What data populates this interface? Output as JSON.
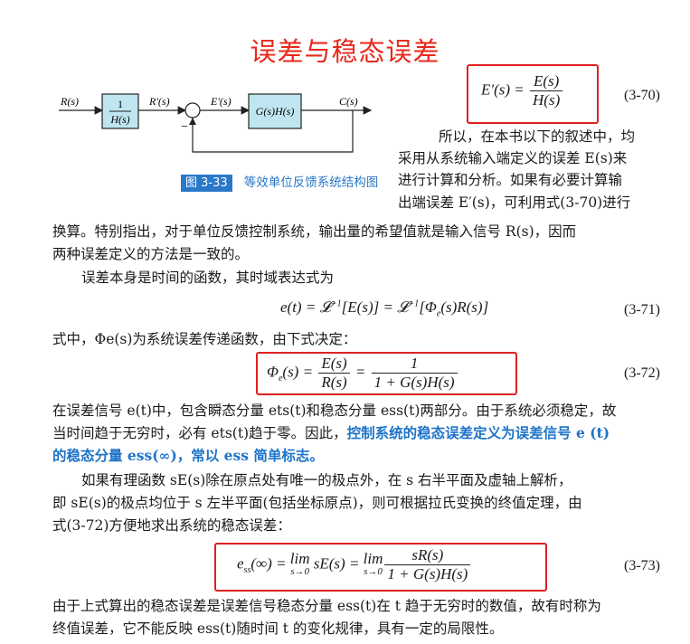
{
  "title": "误差与稳态误差",
  "figure": {
    "input_label": "R(s)",
    "block1_num": "1",
    "block1_den": "H(s)",
    "rprime_label": "R'(s)",
    "eprime_label": "E'(s)",
    "block2_label": "G(s)H(s)",
    "output_label": "C(s)",
    "minus_sign": "−",
    "caption_number": "图 3-33",
    "caption_text": "等效单位反馈系统结构图"
  },
  "eq70": {
    "number": "(3-70)"
  },
  "eq71": {
    "number": "(3-71)"
  },
  "eq72": {
    "number": "(3-72)"
  },
  "eq73": {
    "number": "(3-73)"
  },
  "text": {
    "p1_l1": "所以，在本书以下的叙述中，均",
    "p1_l2": "采用从系统输入端定义的误差 E(s)来",
    "p1_l3": "进行计算和分析。如果有必要计算输",
    "p1_l4": "出端误差 E′(s)，可利用式(3-70)进行",
    "p1_l5": "换算。特别指出，对于单位反馈控制系统，输出量的希望值就是输入信号 R(s)，因而",
    "p1_l6": "两种误差定义的方法是一致的。",
    "p2": "误差本身是时间的函数，其时域表达式为",
    "p3": "式中，Φe(s)为系统误差传递函数，由下式决定：",
    "p4_l1": "在误差信号 e(t)中，包含瞬态分量 ets(t)和稳态分量 ess(t)两部分。由于系统必须稳定，故",
    "p4_l2a": "当时间趋于无穷时，必有 ets(t)趋于零。因此，",
    "p4_l2b": "控制系统的稳态误差定义为误差信号 e (t)",
    "p4_l3": "的稳态分量 ess(∞)，常以 ess 简单标志。",
    "p5_l1": "如果有理函数 sE(s)除在原点处有唯一的极点外，在 s 右半平面及虚轴上解析，",
    "p5_l2": "即 sE(s)的极点均位于 s 左半平面(包括坐标原点)，则可根据拉氏变换的终值定理，由",
    "p5_l3": "式(3-72)方便地求出系统的稳态误差：",
    "p6_l1": "由于上式算出的稳态误差是误差信号稳态分量 ess(t)在 t 趋于无穷时的数值，故有时称为",
    "p6_l2": "终值误差，它不能反映 ess(t)随时间 t 的变化规律，具有一定的局限性。"
  }
}
